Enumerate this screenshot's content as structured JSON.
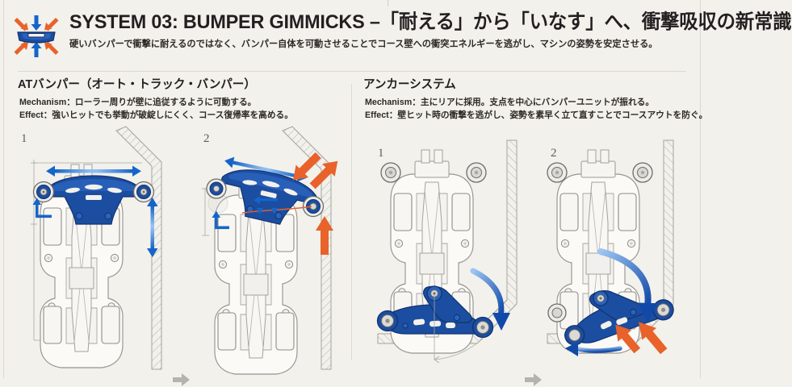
{
  "header": {
    "icon_name": "bumper-impact-icon",
    "title": "SYSTEM 03: BUMPER GIMMICKS –「耐える」から「いなす」へ、衝撃吸収の新常識",
    "subtitle": "硬いバンパーで衝撃に耐えるのではなく、バンパー自体を可動させることでコース壁への衝突エネルギーを逃がし、マシンの姿勢を安定させる。"
  },
  "sections": [
    {
      "id": "at-bumper",
      "title": "ATバンパー（オート・トラック・バンパー）",
      "mechanism_label": "Mechanism：",
      "mechanism_text": "ローラー周りが壁に追従するように可動する。",
      "effect_label": "Effect：",
      "effect_text": "強いヒットでも挙動が破綻しにくく、コース復帰率を高める。",
      "panels": [
        {
          "number": "1",
          "caption_name": "at-bumper-neutral"
        },
        {
          "number": "2",
          "caption_name": "at-bumper-impact"
        }
      ]
    },
    {
      "id": "anchor-system",
      "title": "アンカーシステム",
      "mechanism_label": "Mechanism：",
      "mechanism_text": "主にリアに採用。支点を中心にバンパーユニットが振れる。",
      "effect_label": "Effect：",
      "effect_text": "壁ヒット時の衝撃を逃がし、姿勢を素早く立て直すことでコースアウトを防ぐ。",
      "panels": [
        {
          "number": "1",
          "caption_name": "anchor-neutral"
        },
        {
          "number": "2",
          "caption_name": "anchor-impact"
        }
      ]
    }
  ],
  "colors": {
    "background": "#f2f1ec",
    "blue": "#1b4ea0",
    "blue_dark": "#15397a",
    "blue_arrow": "#1565c9",
    "orange": "#e8622a",
    "line_gray": "#9a9892",
    "text": "#231f20"
  },
  "separators": {
    "arrow_name": "step-arrow-icon"
  }
}
